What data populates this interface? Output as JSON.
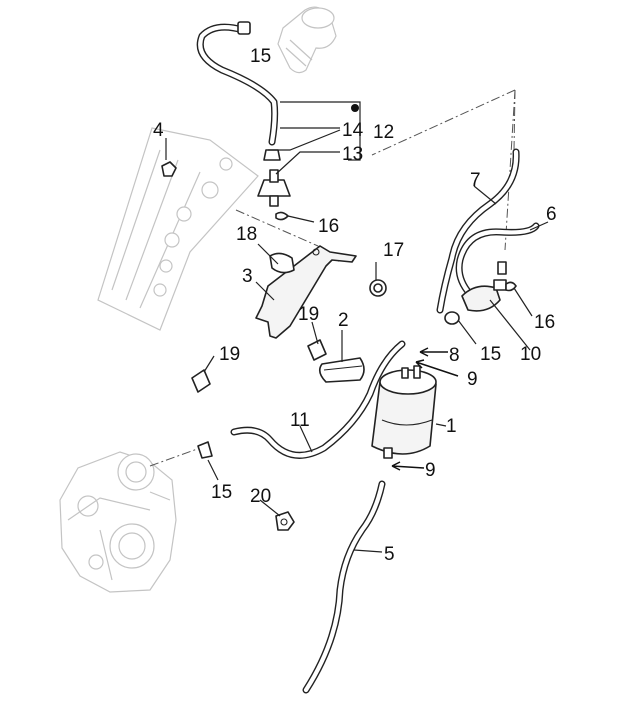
{
  "callouts": {
    "c1": "1",
    "c2": "2",
    "c3": "3",
    "c4": "4",
    "c5": "5",
    "c6": "6",
    "c7": "7",
    "c8": "8",
    "c9a": "9",
    "c9b": "9",
    "c10": "10",
    "c11": "11",
    "c12": "12",
    "c13": "13",
    "c14": "14",
    "c15a": "15",
    "c15b": "15",
    "c15c": "15",
    "c16a": "16",
    "c16b": "16",
    "c17": "17",
    "c18": "18",
    "c19a": "19",
    "c19b": "19",
    "c20": "20"
  }
}
